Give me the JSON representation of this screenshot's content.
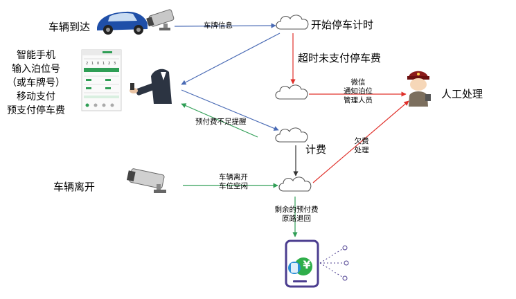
{
  "nodes": {
    "car_arrive": "车辆到达",
    "start_timer": "开始停车计时",
    "timeout_unpaid": "超时未支付停车费",
    "manual": "人工处理",
    "charge": "计费",
    "car_leave": "车辆离开",
    "phone_steps": [
      "智能手机",
      "输入泊位号",
      "（或车牌号）",
      "移动支付",
      "预支付停车费"
    ]
  },
  "edges": {
    "plate_info": "车牌信息",
    "notify": [
      "微信",
      "通知泊位",
      "管理人员"
    ],
    "prepay_low": "预付费不足提醒",
    "arrears": [
      "欠费",
      "处理"
    ],
    "leave_free": [
      "车辆离开",
      "车位空闲"
    ],
    "refund": [
      "剩余的预付费",
      "原路退回"
    ]
  },
  "phone_screen": {
    "digits": [
      "2",
      "1",
      "0",
      "1",
      "2",
      "3"
    ]
  },
  "wallet": {
    "currency_symbol": "¥"
  },
  "colors": {
    "blue": "#4a6bb5",
    "red": "#e0302a",
    "green": "#2f9e55",
    "dark": "#333333",
    "purple": "#4b3d8f",
    "yuan_green": "#2fae4a"
  }
}
